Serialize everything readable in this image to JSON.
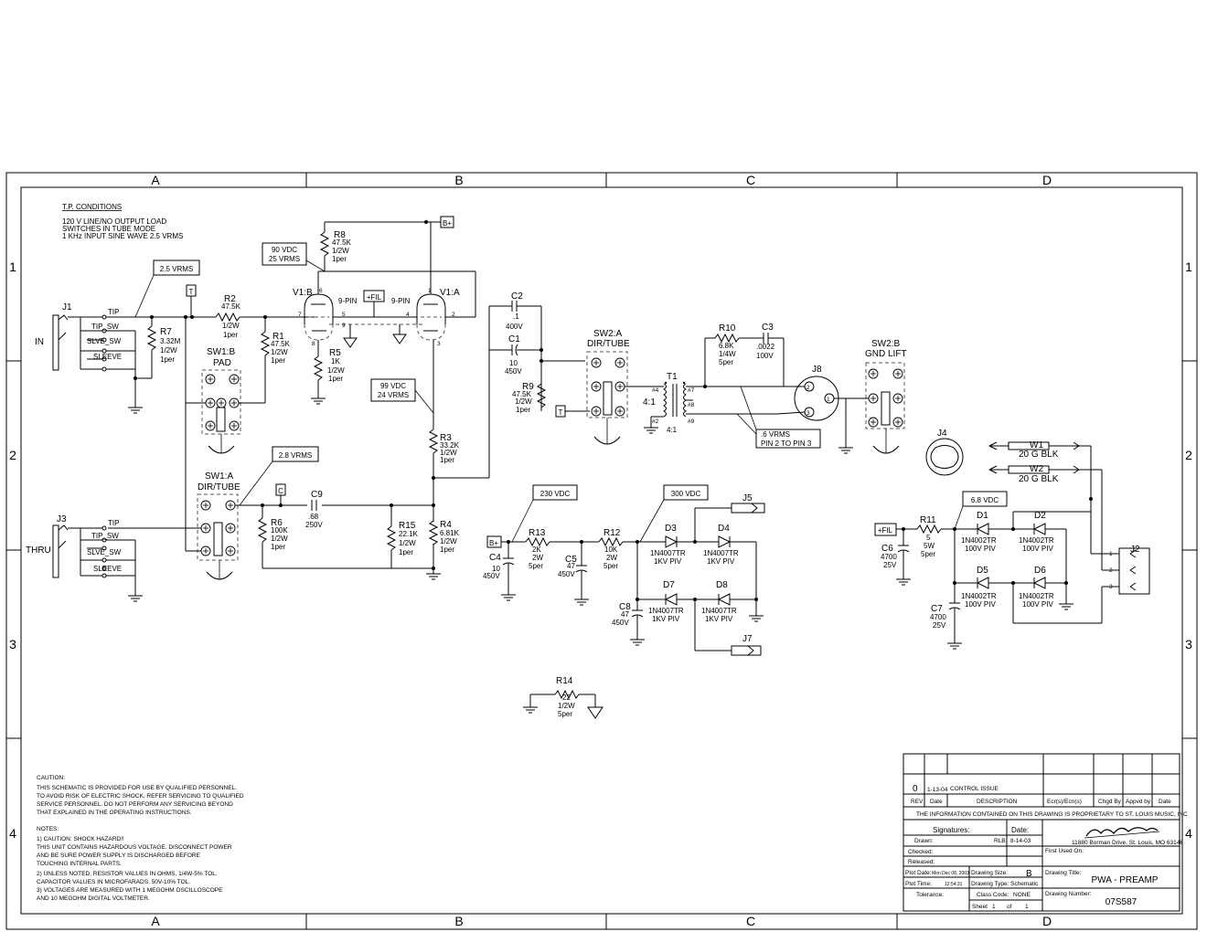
{
  "zones": {
    "cols": [
      "A",
      "B",
      "C",
      "D"
    ],
    "rows": [
      "1",
      "2",
      "3",
      "4"
    ]
  },
  "tp_conditions": {
    "title": "T.P. CONDITIONS",
    "lines": [
      "120 V LINE/NO OUTPUT LOAD",
      "SWITCHES IN TUBE MODE",
      "1 KHz INPUT SINE WAVE 2.5 VRMS"
    ]
  },
  "callouts": {
    "vrms_in": "2.5 VRMS",
    "vdc_90": "90 VDC",
    "vrms_25": "25 VRMS",
    "vdc_99": "99 VDC",
    "vrms_24": "24 VRMS",
    "vrms_28": "2.8 VRMS",
    "vdc_230": "230 VDC",
    "vdc_300": "300 VDC",
    "vrms_6_a": ".6 VRMS",
    "vrms_6_b": "PIN 2 TO PIN 3",
    "vdc_68": "6.8 VDC"
  },
  "testpoints": {
    "t1": "T",
    "t2": "T",
    "c": "C",
    "bplus_top": "B+",
    "bplus_psu": "B+",
    "fil_tube": "+FIL",
    "fil_psu": "+FIL"
  },
  "jacks": {
    "j1": "J1",
    "j1_label": "IN",
    "j3": "J3",
    "j3_label": "THRU",
    "tip": "TIP",
    "tip_sw": "TIP_SW",
    "slve_sw": "SLVE_SW",
    "sleeve": "SLEEVE",
    "j2": "J2",
    "j2_pins": [
      "1",
      "2",
      "3"
    ],
    "j4": "J4",
    "j5": "J5",
    "j7": "J7",
    "j8": "J8",
    "j8_pins": [
      "2",
      "1",
      "3"
    ]
  },
  "wires": {
    "w1": "W1",
    "w1_spec": "20 G BLK",
    "w2": "W2",
    "w2_spec": "20 G BLK"
  },
  "tube": {
    "v1b": "V1:B",
    "v1a": "V1:A",
    "pin9": "9-PIN",
    "pins": [
      "6",
      "7",
      "8",
      "5",
      "4",
      "9",
      "1",
      "2",
      "3"
    ]
  },
  "switches": {
    "sw1b": "SW1:B",
    "sw1b_name": "PAD",
    "sw1a": "SW1:A",
    "sw1a_name": "DIR/TUBE",
    "sw2a": "SW2:A",
    "sw2a_name": "DIR/TUBE",
    "sw2b": "SW2:B",
    "sw2b_name": "GND LIFT"
  },
  "transformer": {
    "ref": "T1",
    "ratio_a": "4:1",
    "ratio_b": "4:1",
    "pins": [
      "#4",
      "#7",
      "#8",
      "#2",
      "#9"
    ]
  },
  "components": {
    "r1": [
      "R1",
      "47.5K",
      "1/2W",
      "1per"
    ],
    "r2": [
      "R2",
      "47.5K",
      "1/2W",
      "1per"
    ],
    "r3": [
      "R3",
      "33.2K",
      "1/2W",
      "1per"
    ],
    "r4": [
      "R4",
      "6.81K",
      "1/2W",
      "1per"
    ],
    "r5": [
      "R5",
      "1K",
      "1/2W",
      "1per"
    ],
    "r6": [
      "R6",
      "100K",
      "1/2W",
      "1per"
    ],
    "r7": [
      "R7",
      "3.32M",
      "1/2W",
      "1per"
    ],
    "r8": [
      "R8",
      "47.5K",
      "1/2W",
      "1per"
    ],
    "r9": [
      "R9",
      "47.5K",
      "1/2W",
      "1per"
    ],
    "r10": [
      "R10",
      "6.8K",
      "1/4W",
      "5per"
    ],
    "r11": [
      "R11",
      "5",
      "5W",
      "5per"
    ],
    "r12": [
      "R12",
      "10K",
      "2W",
      "5per"
    ],
    "r13": [
      "R13",
      "2K",
      "2W",
      "5per"
    ],
    "r14": [
      "R14",
      "22",
      "1/2W",
      "5per"
    ],
    "r15": [
      "R15",
      "22.1K",
      "1/2W",
      "1per"
    ],
    "c1": [
      "C1",
      "10",
      "450V"
    ],
    "c2": [
      "C2",
      ".1",
      "400V"
    ],
    "c3": [
      "C3",
      ".0022",
      "100V"
    ],
    "c4": [
      "C4",
      "10",
      "450V"
    ],
    "c5": [
      "C5",
      "47",
      "450V"
    ],
    "c6": [
      "C6",
      "4700",
      "25V"
    ],
    "c7": [
      "C7",
      "4700",
      "25V"
    ],
    "c8": [
      "C8",
      "47",
      "450V"
    ],
    "c9": [
      "C9",
      ".68",
      "250V"
    ],
    "d1": [
      "D1",
      "1N4002TR",
      "100V PIV"
    ],
    "d2": [
      "D2",
      "1N4002TR",
      "100V PIV"
    ],
    "d3": [
      "D3",
      "1N4007TR",
      "1KV PIV"
    ],
    "d4": [
      "D4",
      "1N4007TR",
      "1KV PIV"
    ],
    "d5": [
      "D5",
      "1N4002TR",
      "100V PIV"
    ],
    "d6": [
      "D6",
      "1N4002TR",
      "100V PIV"
    ],
    "d7": [
      "D7",
      "1N4007TR",
      "1KV PIV"
    ],
    "d8": [
      "D8",
      "1N4007TR",
      "1KV PIV"
    ]
  },
  "notes": {
    "caution_title": "CAUTION:",
    "caution_lines": [
      "THIS SCHEMATIC IS PROVIDED FOR USE BY QUALIFIED PERSONNEL.",
      "TO AVOID RISK OF ELECTRIC SHOCK, REFER SERVICING TO QUALIFIED",
      "SERVICE PERSONNEL.  DO NOT PERFORM ANY SERVICING BEYOND",
      "THAT EXPLAINED IN THE OPERATING INSTRUCTIONS."
    ],
    "notes_title": "NOTES:",
    "notes_lines": [
      "1) CAUTION: SHOCK HAZARD!!",
      "    THIS UNIT CONTAINS HAZARDOUS VOLTAGE.  DISCONNECT POWER",
      "    AND BE SURE POWER SUPPLY IS DISCHARGED BEFORE",
      "    TOUCHING INTERNAL PARTS.",
      "2) UNLESS NOTED, RESISTOR VALUES IN OHMS, 1/4W-5% TOL.",
      "    CAPACITOR VALUES IN MICROFARADS, 50V-10% TOL.",
      "3) VOLTAGES ARE MEASURED WITH 1 MEGOHM OSCILLOSCOPE",
      "    AND 10 MEGOHM DIGITAL VOLTMETER."
    ]
  },
  "title_block": {
    "rev": "0",
    "rev_date": "1-13-04",
    "rev_desc": "CONTROL ISSUE",
    "hdr_rev": "REV",
    "hdr_date": "Date",
    "hdr_desc": "DESCRIPTION",
    "hdr_ecr": "Ecr(s)/Ecn(s)",
    "hdr_chgd": "Chgd By",
    "hdr_appvd": "Appvd by",
    "hdr_date2": "Date",
    "proprietary": "THE INFORMATION CONTAINED ON THIS DRAWING IS PROPRIETARY TO ST. LOUIS MUSIC, INC",
    "signatures": "Signatures:",
    "date_label": "Date:",
    "drawn": "Drawn:",
    "drawn_by": "RLB",
    "drawn_date": "8-14-03",
    "checked": "Checked:",
    "released": "Released:",
    "address": "11880 Borman Drive, St. Louis, MO 63146",
    "first_used": "First Used On:",
    "plot_date_label": "Plot Date:",
    "plot_date": "Mon Dec 08, 2003",
    "plot_time_label": "Plot Time:",
    "plot_time": "12:54:31",
    "tolerance": "Tolerance:",
    "drawing_size_label": "Drawing Size:",
    "drawing_size": "B",
    "drawing_type_label": "Drawing Type:",
    "drawing_type": "Schematic",
    "class_code_label": "Class Code:",
    "class_code": "NONE",
    "sheet": "Sheet",
    "sheet_no": "1",
    "of": "of",
    "sheet_total": "1",
    "drawing_title_label": "Drawing Title:",
    "drawing_title": "PWA - PREAMP",
    "drawing_number_label": "Drawing Number:",
    "drawing_number": "07S587"
  }
}
